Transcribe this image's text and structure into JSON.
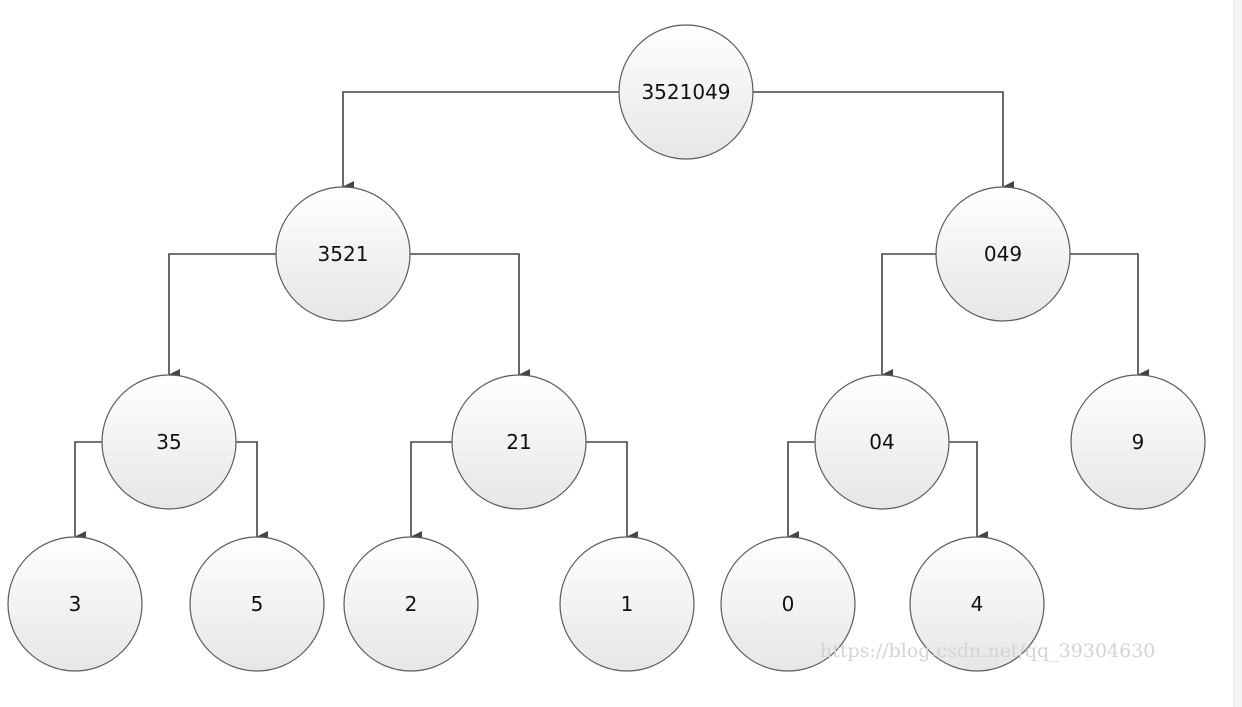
{
  "diagram": {
    "nodes": [
      {
        "id": "n-root",
        "label": "3521049"
      },
      {
        "id": "n-3521",
        "label": "3521"
      },
      {
        "id": "n-049",
        "label": "049"
      },
      {
        "id": "n-35",
        "label": "35"
      },
      {
        "id": "n-21",
        "label": "21"
      },
      {
        "id": "n-04",
        "label": "04"
      },
      {
        "id": "n-9",
        "label": "9"
      },
      {
        "id": "n-3",
        "label": "3"
      },
      {
        "id": "n-5",
        "label": "5"
      },
      {
        "id": "n-2",
        "label": "2"
      },
      {
        "id": "n-1",
        "label": "1"
      },
      {
        "id": "n-0",
        "label": "0"
      },
      {
        "id": "n-4",
        "label": "4"
      }
    ],
    "edges": [
      {
        "from": "n-root",
        "to": "n-3521"
      },
      {
        "from": "n-root",
        "to": "n-049"
      },
      {
        "from": "n-3521",
        "to": "n-35"
      },
      {
        "from": "n-3521",
        "to": "n-21"
      },
      {
        "from": "n-049",
        "to": "n-04"
      },
      {
        "from": "n-049",
        "to": "n-9"
      },
      {
        "from": "n-35",
        "to": "n-3"
      },
      {
        "from": "n-35",
        "to": "n-5"
      },
      {
        "from": "n-21",
        "to": "n-2"
      },
      {
        "from": "n-21",
        "to": "n-1"
      },
      {
        "from": "n-04",
        "to": "n-0"
      },
      {
        "from": "n-04",
        "to": "n-4"
      }
    ],
    "colors": {
      "node_fill_top": "#ffffff",
      "node_fill_bottom": "#e6e6e6",
      "node_stroke": "#5a5a5a",
      "edge": "#444444"
    }
  },
  "watermark": "https://blog.csdn.net/qq_39304630"
}
